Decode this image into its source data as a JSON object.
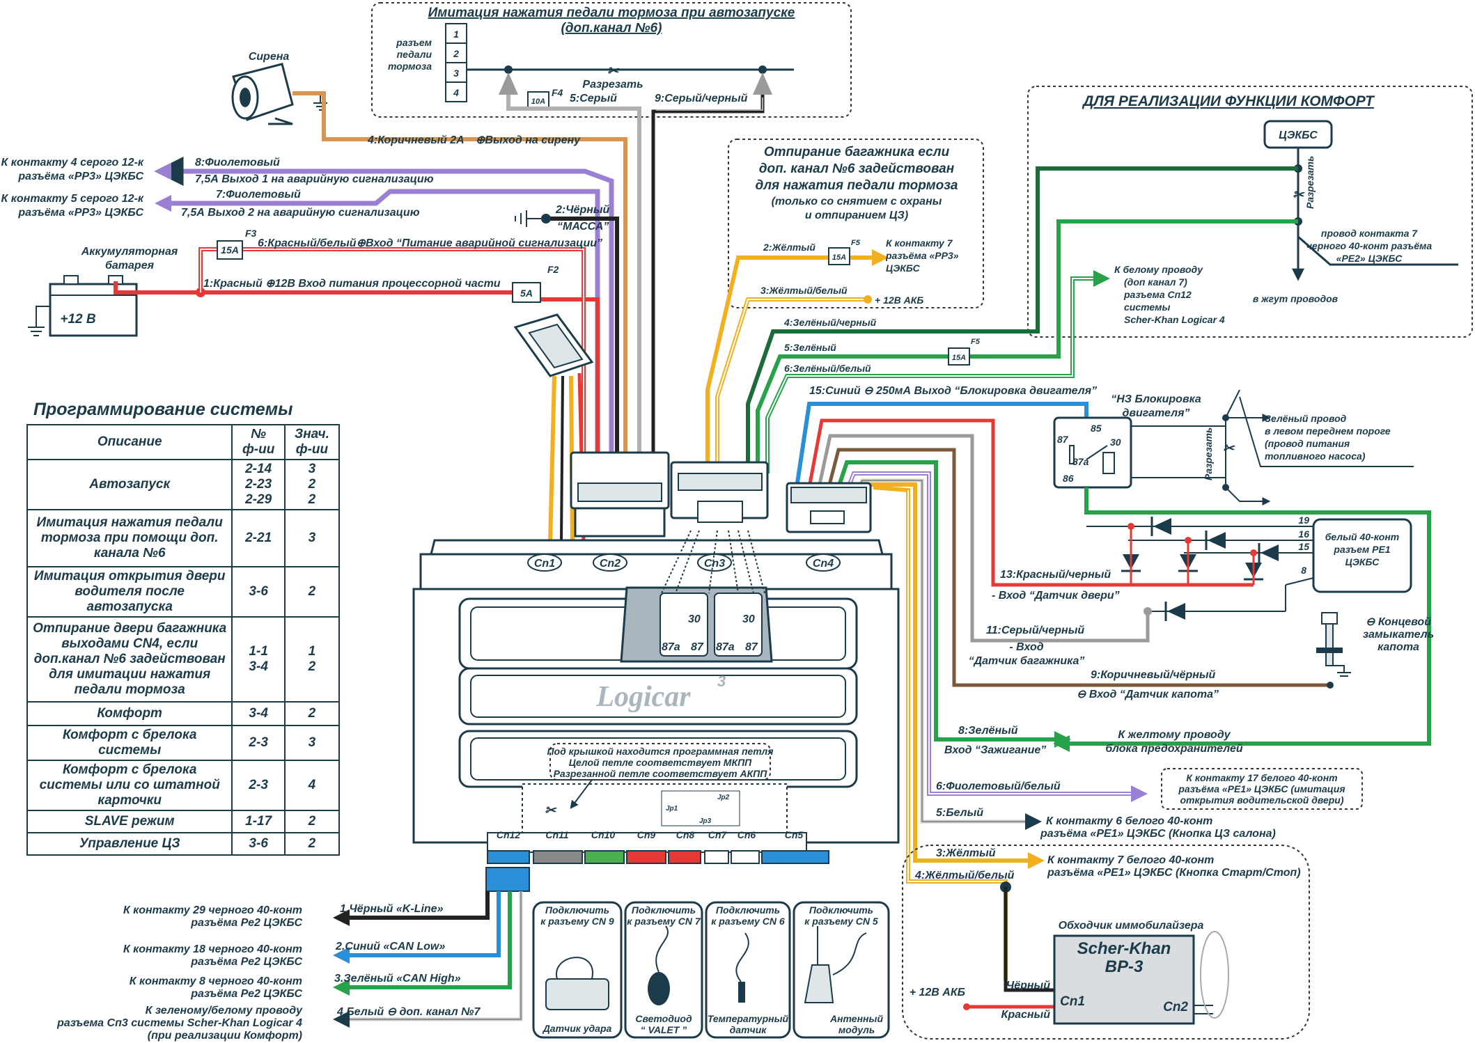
{
  "top_box": {
    "title_line1": "Имитация нажатия педали тормоза при автозапуске",
    "title_line2": "(доп.канал №6)",
    "connector_label": [
      "разъем",
      "педали",
      "тормоза"
    ],
    "pins": [
      "1",
      "2",
      "3",
      "4"
    ],
    "cut_label": "Разрезать",
    "fuse_f4": "F4",
    "fuse_f4_value": "10A",
    "wire_grey": "5:Серый",
    "wire_grey_black": "9:Серый/черный"
  },
  "siren": {
    "label": "Сирена",
    "wire": "4:Коричневый 2А",
    "output": "⊕Выход на сирену"
  },
  "hazard": {
    "wire1": "8:Фиолетовый",
    "wire1_desc": "7,5А Выход 1 на аварийную сигнализацию",
    "dest1_line1": "К контакту 4 серого 12-к",
    "dest1_line2": "разъёма «РР3» ЦЭКБС",
    "wire2": "7:Фиолетовый",
    "wire2_desc": "7,5А Выход 2 на аварийную сигнализацию",
    "dest2_line1": "К контакту 5 серого 12-к",
    "dest2_line2": "разъёма «РР3» ЦЭКБС"
  },
  "ground": {
    "wire": "2:Чёрный",
    "label": "“МАССА”"
  },
  "battery": {
    "label_line1": "Аккумуляторная",
    "label_line2": "батарея",
    "voltage": "+12 В",
    "fuse_f3": "F3",
    "fuse_f3_value": "15A",
    "wire_redwhite": "6:Красный/белый⊕Вход “Питание аварийной сигнализации”",
    "fuse_f2": "F2",
    "fuse_f2_value": "5A",
    "wire_red": "1:Красный ⊕12В  Вход питания процессорной части"
  },
  "trunk": {
    "title": [
      "Отпирание багажника если",
      "доп. канал №6 задействован",
      "для нажатия педали тормоза",
      "(только со снятием с охраны",
      "и отпиранием ЦЗ)"
    ],
    "wire_yellow": "2:Жёлтый",
    "fuse_f5": "F5",
    "fuse_value": "15A",
    "dest": [
      "К контакту 7",
      "разъёма «РР3»",
      "ЦЭКБС"
    ],
    "wire_yellow_white": "3:Жёлтый/белый",
    "akb": "+ 12В АКБ"
  },
  "comfort": {
    "title": "ДЛЯ РЕАЛИЗАЦИИ ФУНКЦИИ КОМФОРТ",
    "unit": "ЦЭКБС",
    "cut": "Разрезать",
    "contact": [
      "провод контакта 7",
      "черного 40-конт разъёма",
      "«РЕ2» ЦЭКБС"
    ],
    "harness": "в жгут проводов",
    "dest": [
      "К белому проводу",
      "(доп канал 7)",
      "разъема Сп12",
      "системы",
      "Scher-Khan Logicar 4"
    ]
  },
  "cn2_wires": {
    "w4": "4:Зелёный/черный",
    "w5": "5:Зелёный",
    "w6": "6:Зелёный/белый",
    "fuse_f5": "F5",
    "fuse_value": "15A"
  },
  "block": {
    "wire": "15:Синий ⊖  250мА  Выход “Блокировка двигателя”",
    "relay_title": [
      "“НЗ Блокировка",
      "двигателя”"
    ],
    "pin85": "85",
    "pin87": "87",
    "pin30": "30",
    "pin87a": "87a",
    "pin86": "86",
    "cut": "Разрезать",
    "fuel": [
      "Зелёный провод",
      "в левом переднем пороге",
      "(провод питания",
      "топливного насоса)"
    ]
  },
  "pe1": {
    "label": [
      "белый 40-конт",
      "разъем РЕ1",
      "ЦЭКБС"
    ],
    "pins": [
      "19",
      "16",
      "15",
      "8"
    ]
  },
  "door": {
    "wire": "13:Красный/черный",
    "input": "- Вход “Датчик двери”"
  },
  "trunk_sensor": {
    "wire": "11:Серый/черный",
    "input_line1": "- Вход",
    "input_line2": "“Датчик багажника”"
  },
  "hood": {
    "label": [
      "⊖ Концевой",
      "замыкатель",
      "капота"
    ],
    "wire": "9:Коричневый/чёрный",
    "input": "⊖ Вход “Датчик капота”"
  },
  "ignition": {
    "wire": "8:Зелёный",
    "input": "Вход “Зажигание”",
    "dest": [
      "К желтому проводу",
      "блока предохранителей"
    ]
  },
  "violet_white": {
    "wire": "6:Фиолетовый/белый",
    "dest": [
      "К контакту 17 белого 40-конт",
      "разъёма «РЕ1» ЦЭКБС (имитация",
      "открытия водительской двери)"
    ]
  },
  "white": {
    "wire": "5:Белый",
    "dest": [
      "К контакту 6 белого 40-конт",
      "разъёма «РЕ1» ЦЭКБС (Кнопка ЦЗ салона)"
    ]
  },
  "yellow": {
    "wire": "3:Жёлтый",
    "dest": [
      "К контакту 7 белого 40-конт",
      "разъёма «РЕ1» ЦЭКБС (Кнопка Старт/Стоп)"
    ],
    "wire_yw": "4:Жёлтый/белый"
  },
  "immo": {
    "title": "Обходчик иммобилайзера",
    "brand": "Scher-Khan",
    "model": "BP-3",
    "cn1": "Cn1",
    "cn2": "Cn2",
    "black": "Чёрный",
    "red": "Красный",
    "akb": "+ 12В АКБ"
  },
  "unit": {
    "cn": [
      "Cn1",
      "Cn2",
      "Cn3",
      "Cn4"
    ],
    "relay_pins": [
      "30",
      "87a",
      "87",
      "30",
      "87a",
      "87"
    ],
    "logo": "Logicar",
    "logo_sup": "3",
    "loop_note": [
      "Под крышкой находится программная петля",
      "Целой петле соответствует МКПП",
      "Разрезанной петле соответствует АКПП"
    ],
    "jumpers": [
      "Jp1",
      "Jp2",
      "Jp3"
    ],
    "bottom_cn": [
      "Cn12",
      "Cn11",
      "Cn10",
      "Cn9",
      "Cn8",
      "Cn7",
      "Cn6",
      "Cn5"
    ]
  },
  "can": {
    "k_line": "1.Чёрный «K-Line»",
    "k_dest": [
      "К контакту 29 черного 40-конт",
      "разъёма Ре2 ЦЭКБС"
    ],
    "can_low": "2.Синий «CAN Low»",
    "low_dest": [
      "К контакту 18 черного 40-конт",
      "разъёма Ре2 ЦЭКБС"
    ],
    "can_high": "3.Зелёный «CAN High»",
    "high_dest": [
      "К контакту 8 черного 40-конт",
      "разъёма Ре2 ЦЭКБС"
    ],
    "ch7": "4.Белый ⊖  доп. канал №7",
    "ch7_dest": [
      "К зеленому/белому проводу",
      "разъема Сп3 системы Scher-Khan Logicar 4",
      "(при реализации Комфорт)"
    ]
  },
  "accessories": [
    {
      "top": [
        "Подключить",
        "к разъему CN 9"
      ],
      "bottom": [
        "Датчик удара"
      ]
    },
    {
      "top": [
        "Подключить",
        "к разъему CN 7"
      ],
      "bottom": [
        "Светодиод",
        "“ VALET ”"
      ]
    },
    {
      "top": [
        "Подключить",
        "к разъему CN 6"
      ],
      "bottom": [
        "Температурный",
        "датчик"
      ]
    },
    {
      "top": [
        "Подключить",
        "к разъему CN 5"
      ],
      "bottom": [
        "Антенный",
        "модуль"
      ]
    }
  ],
  "programming": {
    "title": "Программирование системы",
    "headers": [
      "Описание",
      "№\nф-ии",
      "Знач.\nф-ии"
    ],
    "rows": [
      {
        "desc": "Автозапуск",
        "num": "2-14\n2-23\n2-29",
        "val": "3\n2\n2"
      },
      {
        "desc": "Имитация нажатия педали тормоза при помощи доп. канала №6",
        "num": "2-21",
        "val": "3"
      },
      {
        "desc": "Имитация открытия двери водителя после автозапуска",
        "num": "3-6",
        "val": "2"
      },
      {
        "desc": "Отпирание двери багажника выходами CN4, если доп.канал №6 задействован для имитации нажатия педали тормоза",
        "num": "1-1\n3-4",
        "val": "1\n2"
      },
      {
        "desc": "Комфорт",
        "num": "3-4",
        "val": "2"
      },
      {
        "desc": "Комфорт с брелока системы",
        "num": "2-3",
        "val": "3"
      },
      {
        "desc": "Комфорт с брелока системы или со штатной карточки",
        "num": "2-3",
        "val": "4"
      },
      {
        "desc": "SLAVE режим",
        "num": "1-17",
        "val": "2"
      },
      {
        "desc": "Управление ЦЗ",
        "num": "3-6",
        "val": "2"
      }
    ]
  },
  "colors": {
    "red": "#e53935",
    "brown": "#d9944f",
    "violet": "#9b7fd4",
    "yellow": "#f2b01e",
    "green": "#27a24a",
    "darkgreen": "#1e6b3a",
    "blue": "#2a8fd6",
    "grey": "#9a9a9a",
    "outline": "#1b3a4a"
  }
}
